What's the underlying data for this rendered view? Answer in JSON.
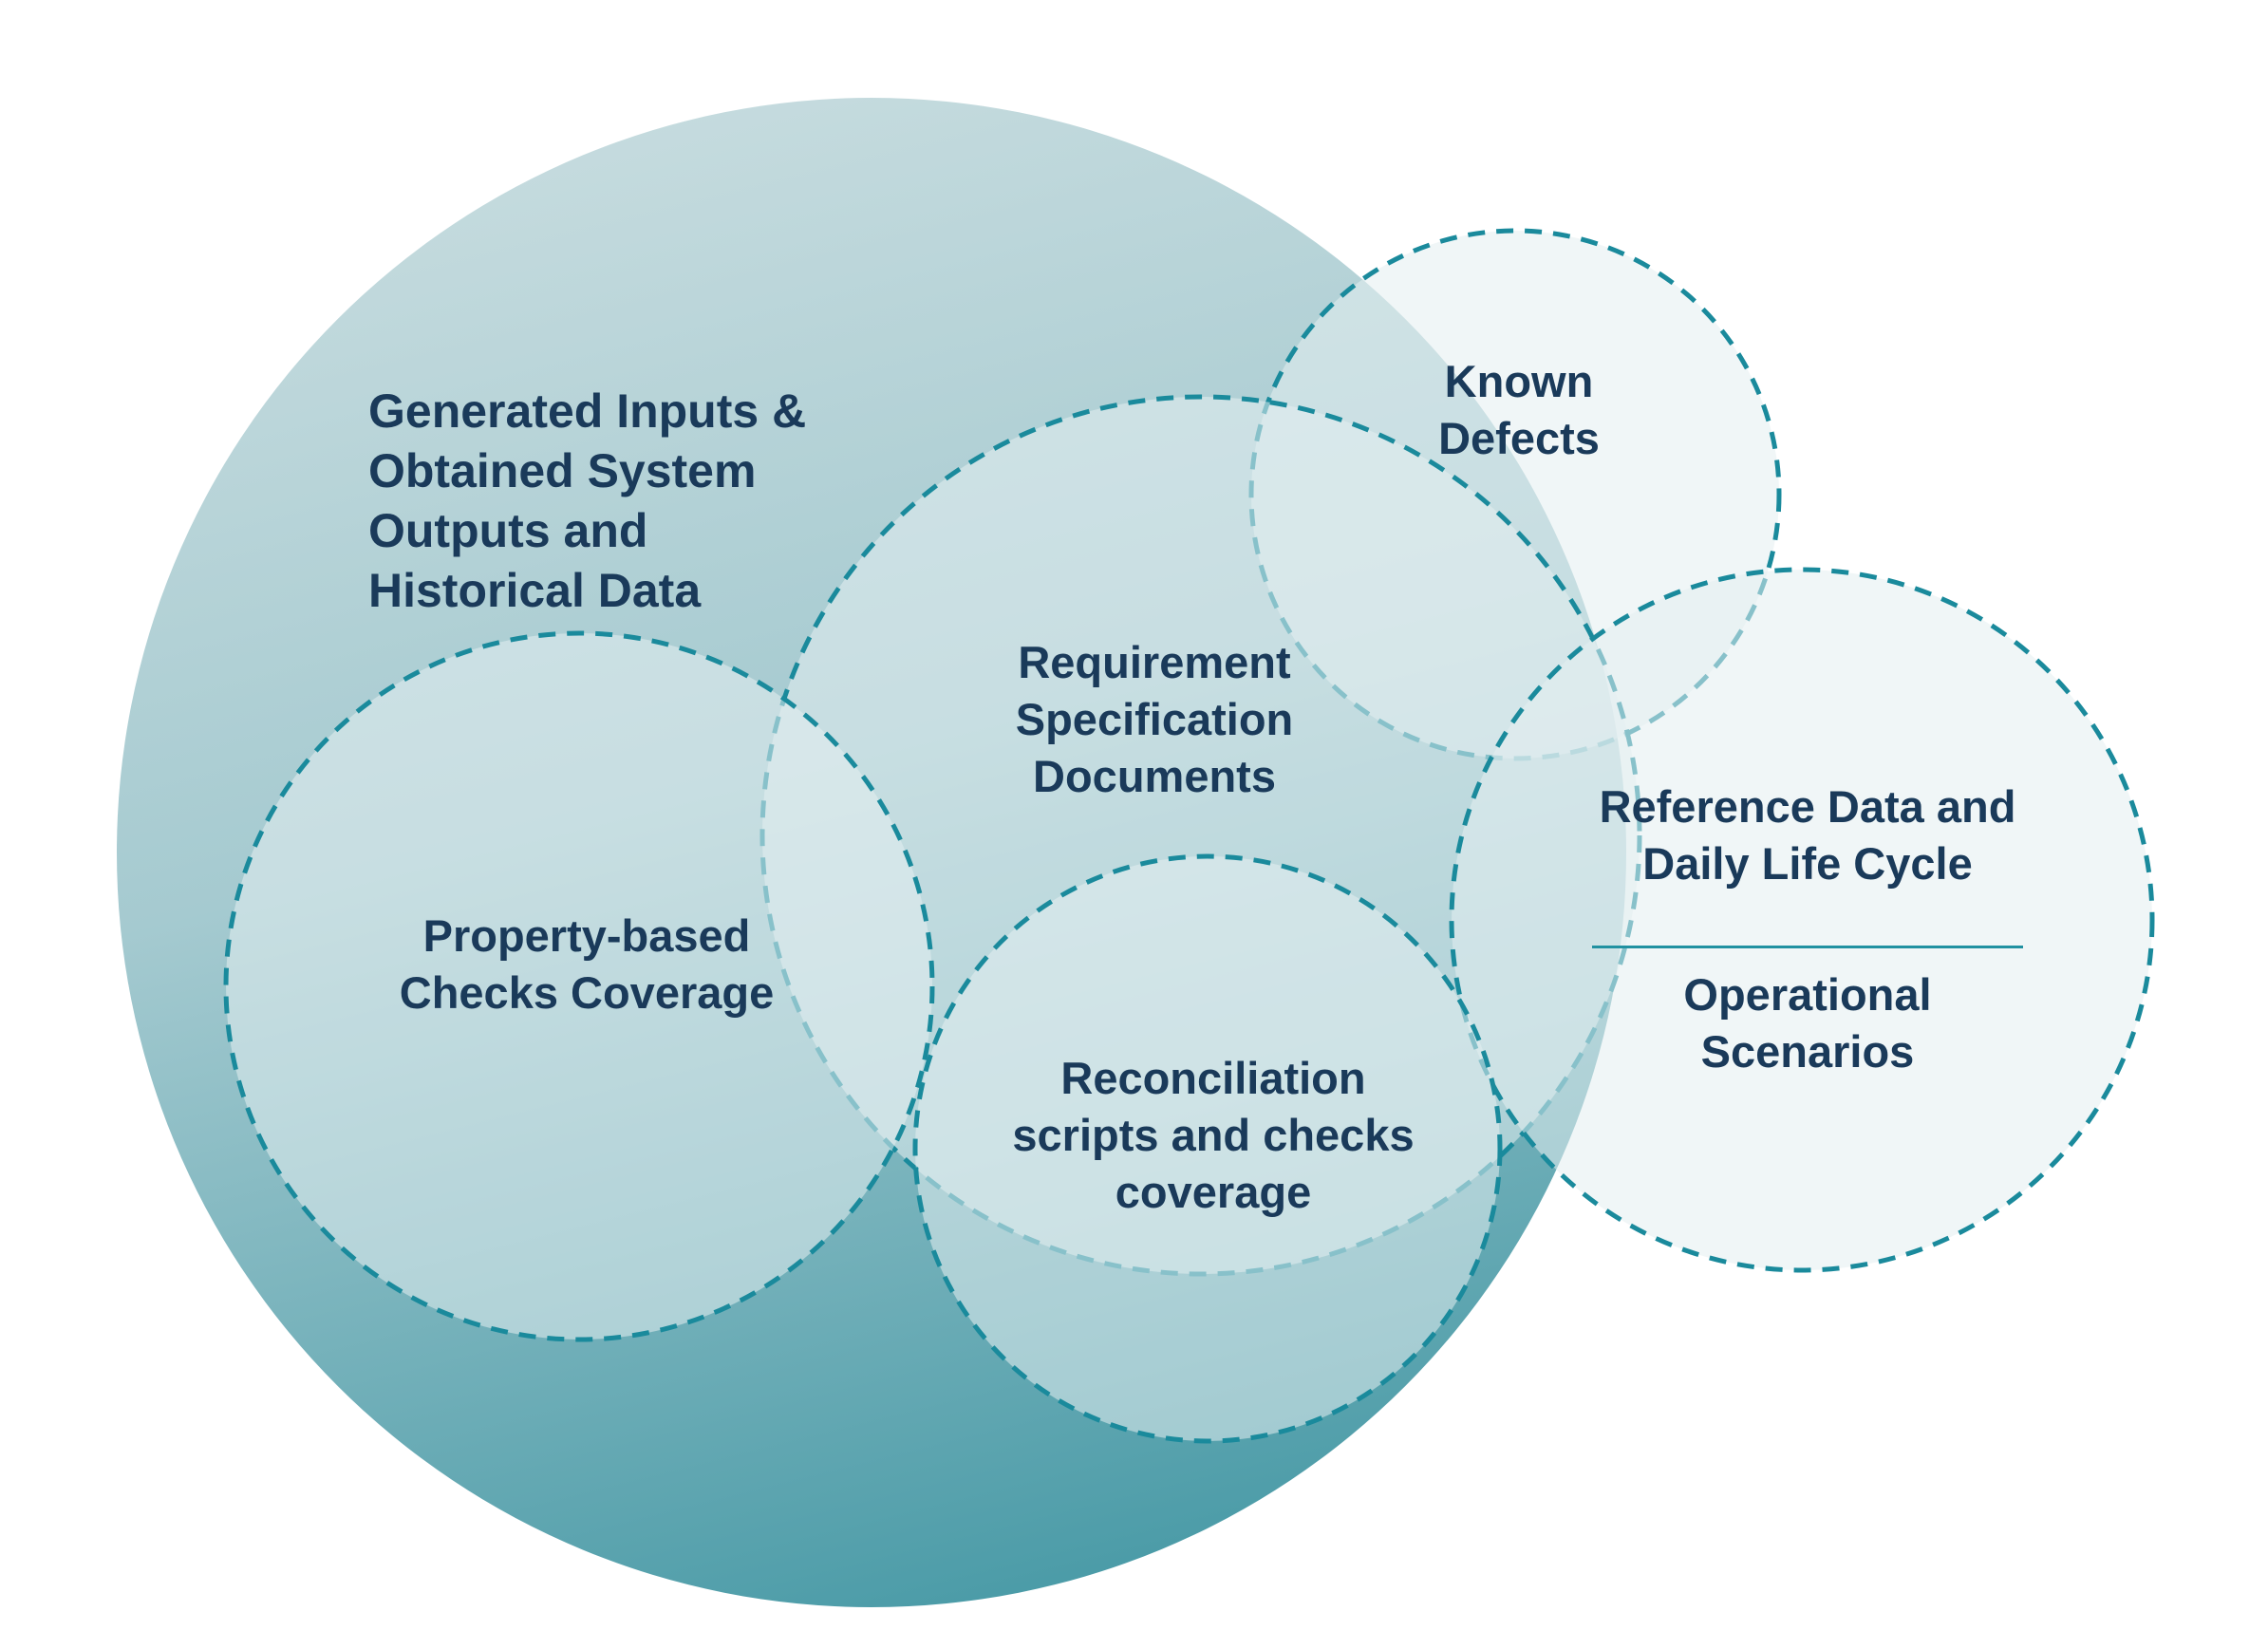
{
  "diagram": {
    "title_hint": "Venn diagram of testing data coverage",
    "background_color": "#ffffff",
    "stroke_color": "#1a8a9c",
    "overlay_fill_color": "rgba(228,239,240,0.55)",
    "text_color": "#1a3a5a",
    "main_circle": {
      "label": "Generated Inputs &\nObtained System\nOutputs and\nHistorical Data",
      "gradient": [
        "#c7dcdf",
        "#a5cad0",
        "#4c9ca8"
      ]
    },
    "dashed_circles": {
      "known_defects": {
        "label": "Known\nDefects"
      },
      "requirement_specification": {
        "label": "Requirement\nSpecification\nDocuments"
      },
      "property_based": {
        "label": "Property-based\nChecks Coverage"
      },
      "reconciliation": {
        "label": "Reconciliation\nscripts and checks\ncoverage"
      },
      "reference_data": {
        "label_top": "Reference Data and\nDaily Life Cycle",
        "label_bottom": "Operational\nScenarios"
      }
    }
  }
}
